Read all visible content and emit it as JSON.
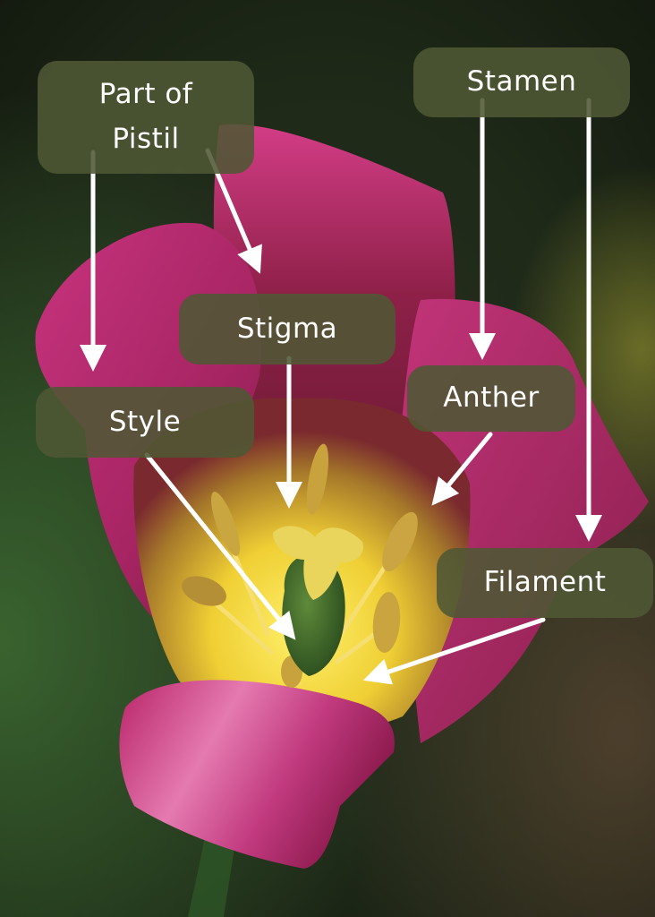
{
  "labels": {
    "part_of_pistil": "Part of\nPistil",
    "stamen": "Stamen",
    "stigma": "Stigma",
    "anther": "Anther",
    "style": "Style",
    "filament": "Filament"
  },
  "colors": {
    "label_background": "#4e5834",
    "label_text": "#ffffff",
    "arrow": "#ffffff",
    "petal_magenta": "#b3226e",
    "flower_yellow": "#f2d23a",
    "pistil_green": "#3f6b2c"
  }
}
